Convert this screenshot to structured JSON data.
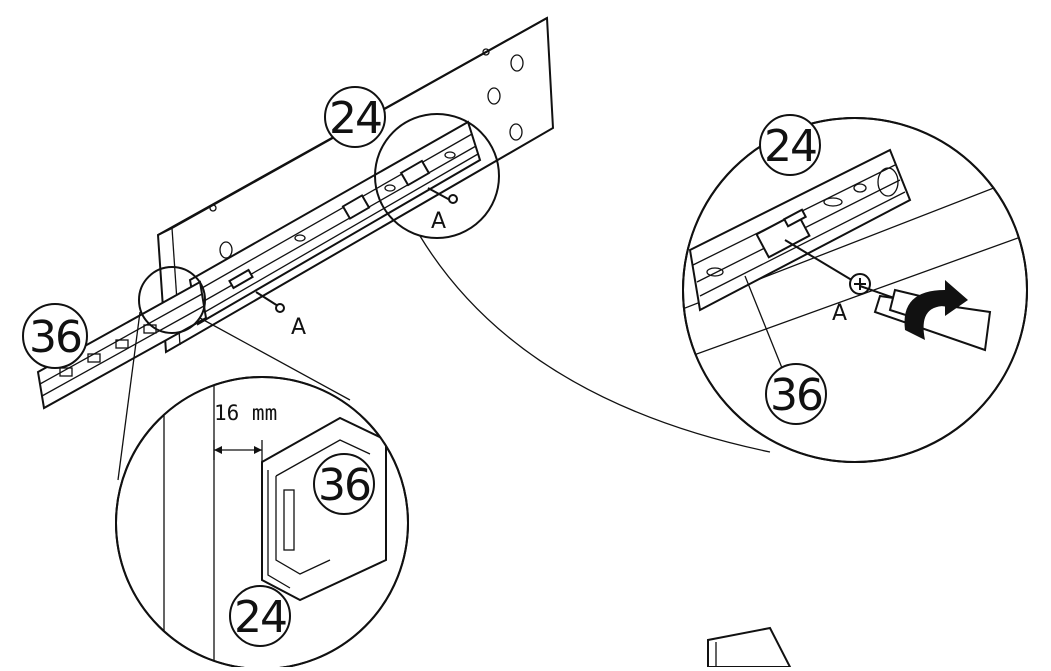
{
  "labels": {
    "panel_part": "24",
    "rail_part": "36",
    "screw": "A",
    "detail_right_panel": "24",
    "detail_right_rail": "36",
    "detail_right_screw": "A",
    "detail_bottom_rail": "36",
    "detail_bottom_panel": "24",
    "dimension": "16 mm",
    "screw_2": "A"
  }
}
